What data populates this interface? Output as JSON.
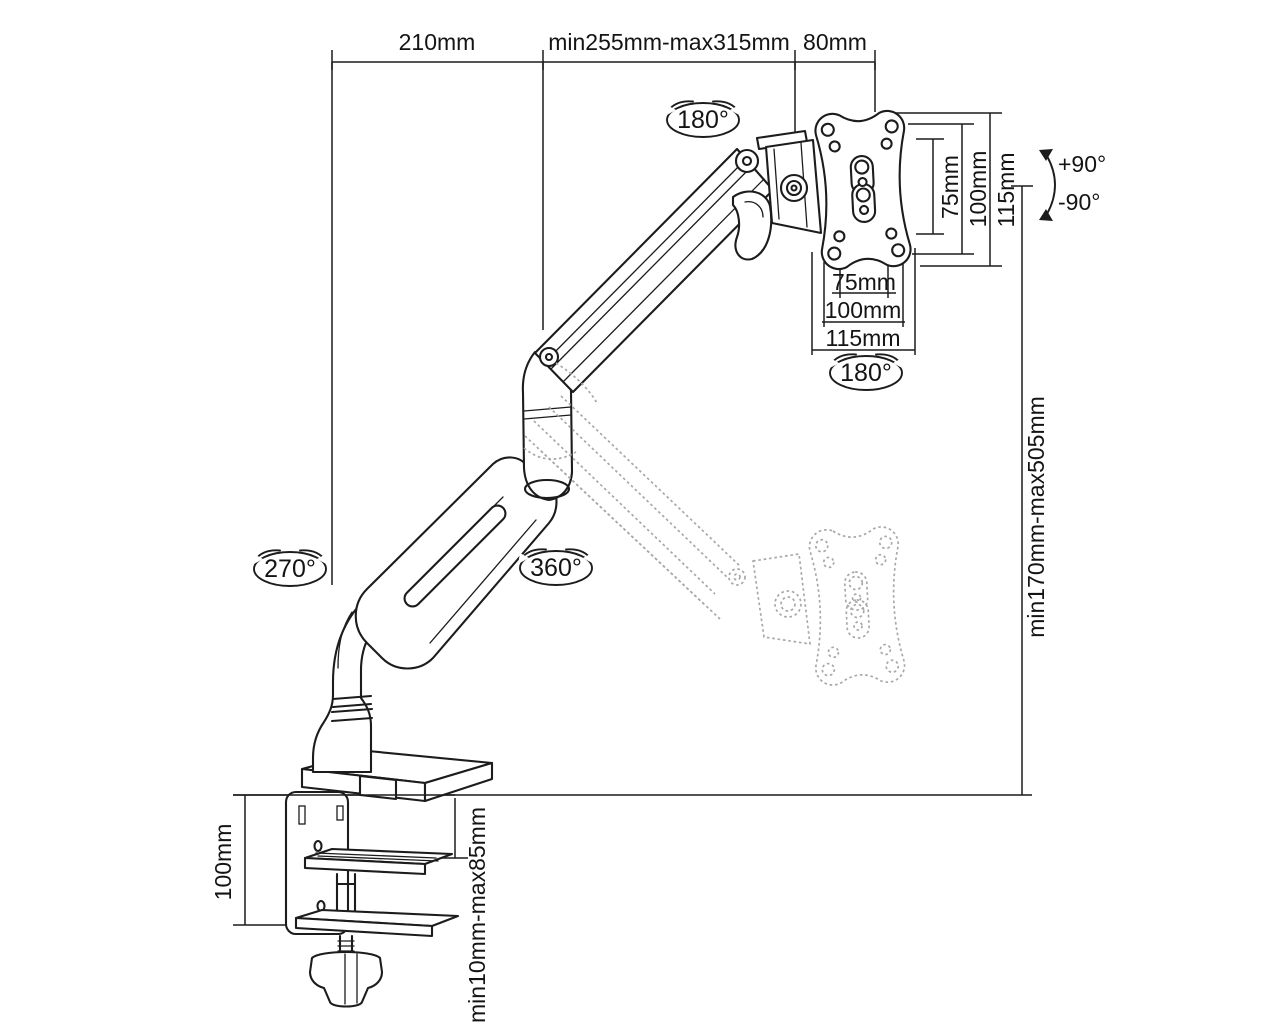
{
  "diagram": {
    "top_dimensions": {
      "left": "210mm",
      "middle": "min255mm-max315mm",
      "right": "80mm"
    },
    "vesa": {
      "vertical": {
        "inner": "75mm",
        "middle": "100mm",
        "outer": "115mm"
      },
      "horizontal": {
        "inner": "75mm",
        "middle": "100mm",
        "outer": "115mm"
      }
    },
    "height_range": "min170mm-max505mm",
    "clamp_height": "100mm",
    "desk_thickness": "min10mm-max85mm",
    "rotations": {
      "head_swivel": "180°",
      "vesa_rotation": "180°",
      "base_swivel": "270°",
      "arm_swivel": "360°",
      "tilt_up": "+90°",
      "tilt_down": "-90°"
    }
  }
}
